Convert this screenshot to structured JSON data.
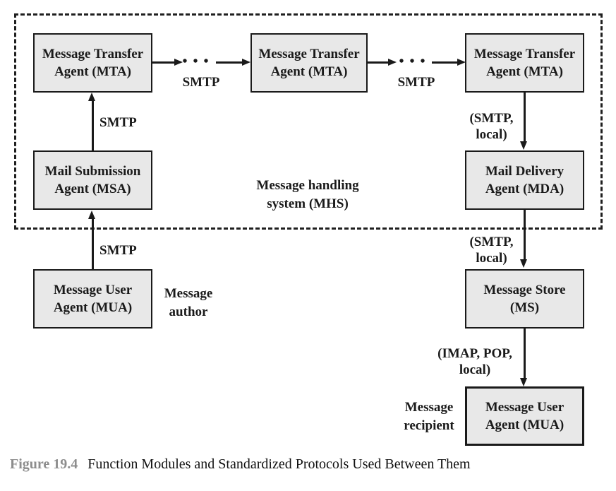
{
  "colors": {
    "background": "#ffffff",
    "box_fill": "#e8e8e8",
    "line_and_border": "#1a1a1a",
    "caption_label": "#8d8d8d"
  },
  "boxes": {
    "mta1": {
      "line1": "Message Transfer",
      "line2": "Agent (MTA)"
    },
    "mta2": {
      "line1": "Message Transfer",
      "line2": "Agent (MTA)"
    },
    "mta3": {
      "line1": "Message Transfer",
      "line2": "Agent (MTA)"
    },
    "msa": {
      "line1": "Mail Submission",
      "line2": "Agent (MSA)"
    },
    "mda": {
      "line1": "Mail Delivery",
      "line2": "Agent (MDA)"
    },
    "mua_author": {
      "line1": "Message User",
      "line2": "Agent (MUA)"
    },
    "ms": {
      "line1": "Message Store",
      "line2": "(MS)"
    },
    "mua_recipient": {
      "line1": "Message User",
      "line2": "Agent (MUA)"
    }
  },
  "protocol_labels": {
    "mta1_to_mta2": "SMTP",
    "mta2_to_mta3": "SMTP",
    "msa_to_mta1": "SMTP",
    "mua_to_msa": "SMTP",
    "mta3_to_mda": {
      "line1": "(SMTP,",
      "line2": "local)"
    },
    "mda_to_ms": {
      "line1": "(SMTP,",
      "line2": "local)"
    },
    "ms_to_mua": {
      "line1": "(IMAP, POP,",
      "line2": "local)"
    }
  },
  "annotations": {
    "mhs": {
      "line1": "Message handling",
      "line2": "system (MHS)"
    },
    "author": {
      "line1": "Message",
      "line2": "author"
    },
    "recipient": {
      "line1": "Message",
      "line2": "recipient"
    }
  },
  "ellipsis": "•••",
  "caption": {
    "label": "Figure 19.4",
    "text": "Function Modules and Standardized Protocols Used Between Them"
  }
}
